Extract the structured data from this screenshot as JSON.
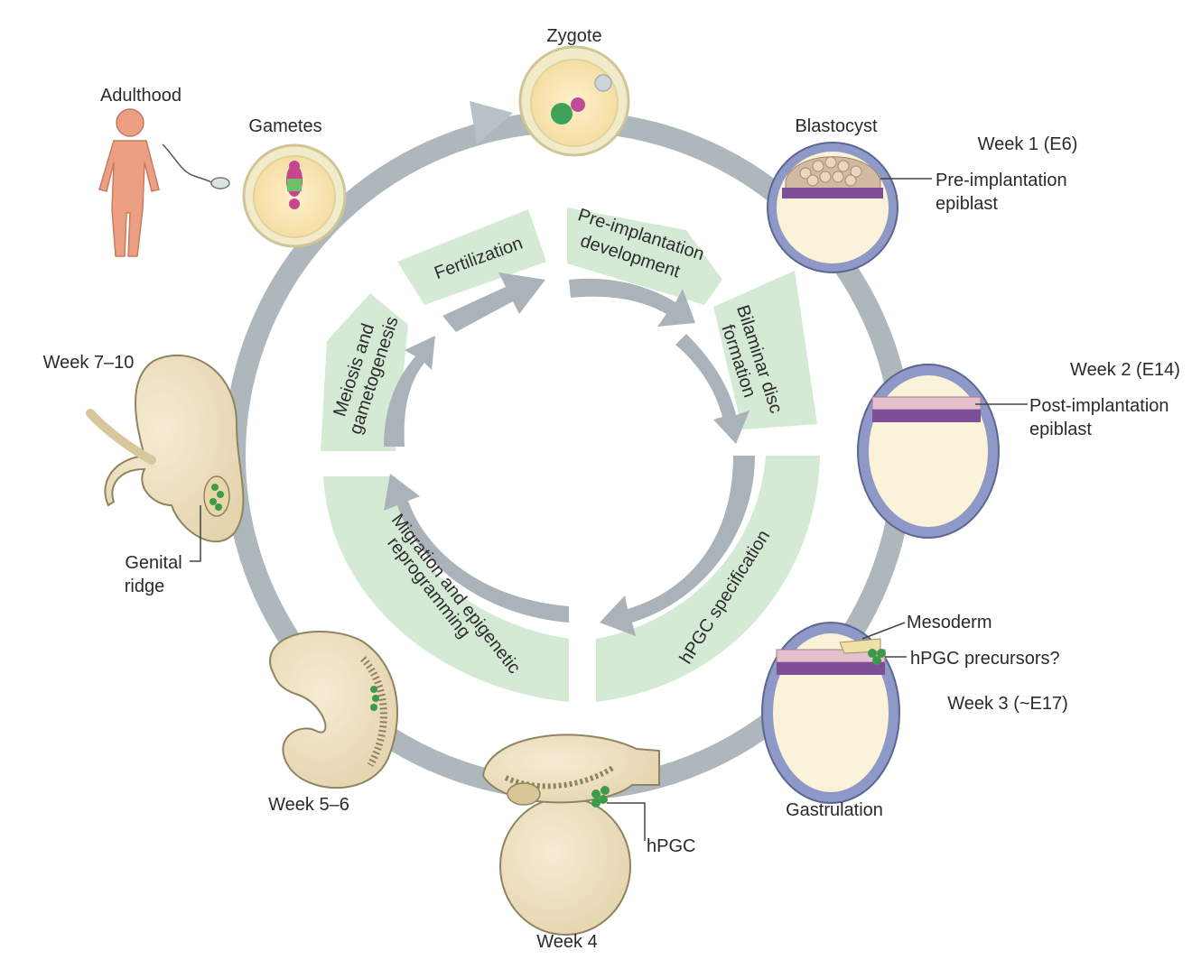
{
  "stages": {
    "zygote": "Zygote",
    "blastocyst": "Blastocyst",
    "week1": "Week 1 (E6)",
    "pre_epiblast_1": "Pre-implantation",
    "pre_epiblast_2": "epiblast",
    "week2": "Week 2 (E14)",
    "post_epiblast_1": "Post-implantation",
    "post_epiblast_2": "epiblast",
    "mesoderm": "Mesoderm",
    "hpgc_precursors": "hPGC precursors?",
    "week3": "Week 3 (~E17)",
    "gastrulation": "Gastrulation",
    "hpgc": "hPGC",
    "week4": "Week 4",
    "week56": "Week 5–6",
    "genital_1": "Genital",
    "genital_2": "ridge",
    "week710": "Week 7–10",
    "adulthood": "Adulthood",
    "gametes": "Gametes"
  },
  "phases": {
    "fertilization": "Fertilization",
    "preimpl_1": "Pre-implantation",
    "preimpl_2": "development",
    "bilaminar_1": "Bilaminar disc",
    "bilaminar_2": "formation",
    "hpgc_spec": "hPGC specification",
    "migration_1": "Migration and epigenetic",
    "migration_2": "reprogramming",
    "meiosis_1": "Meiosis and",
    "meiosis_2": "gametogenesis"
  },
  "colors": {
    "outer_ring": "#a9b3b8",
    "phase_band": "#d7ebd7",
    "inner_arrow": "#aab4ba",
    "egg_fill": "#fbe7b8",
    "egg_shell": "#d8cf9f",
    "trophoblast": "#8d98c6",
    "epiblast": "#e6c3cf",
    "hypoblast": "#8b5ea0",
    "embryo_skin": "#efe2c4",
    "embryo_outline": "#8f8461",
    "pgc_green": "#3e9a4b",
    "adult_skin": "#ec9f83"
  }
}
